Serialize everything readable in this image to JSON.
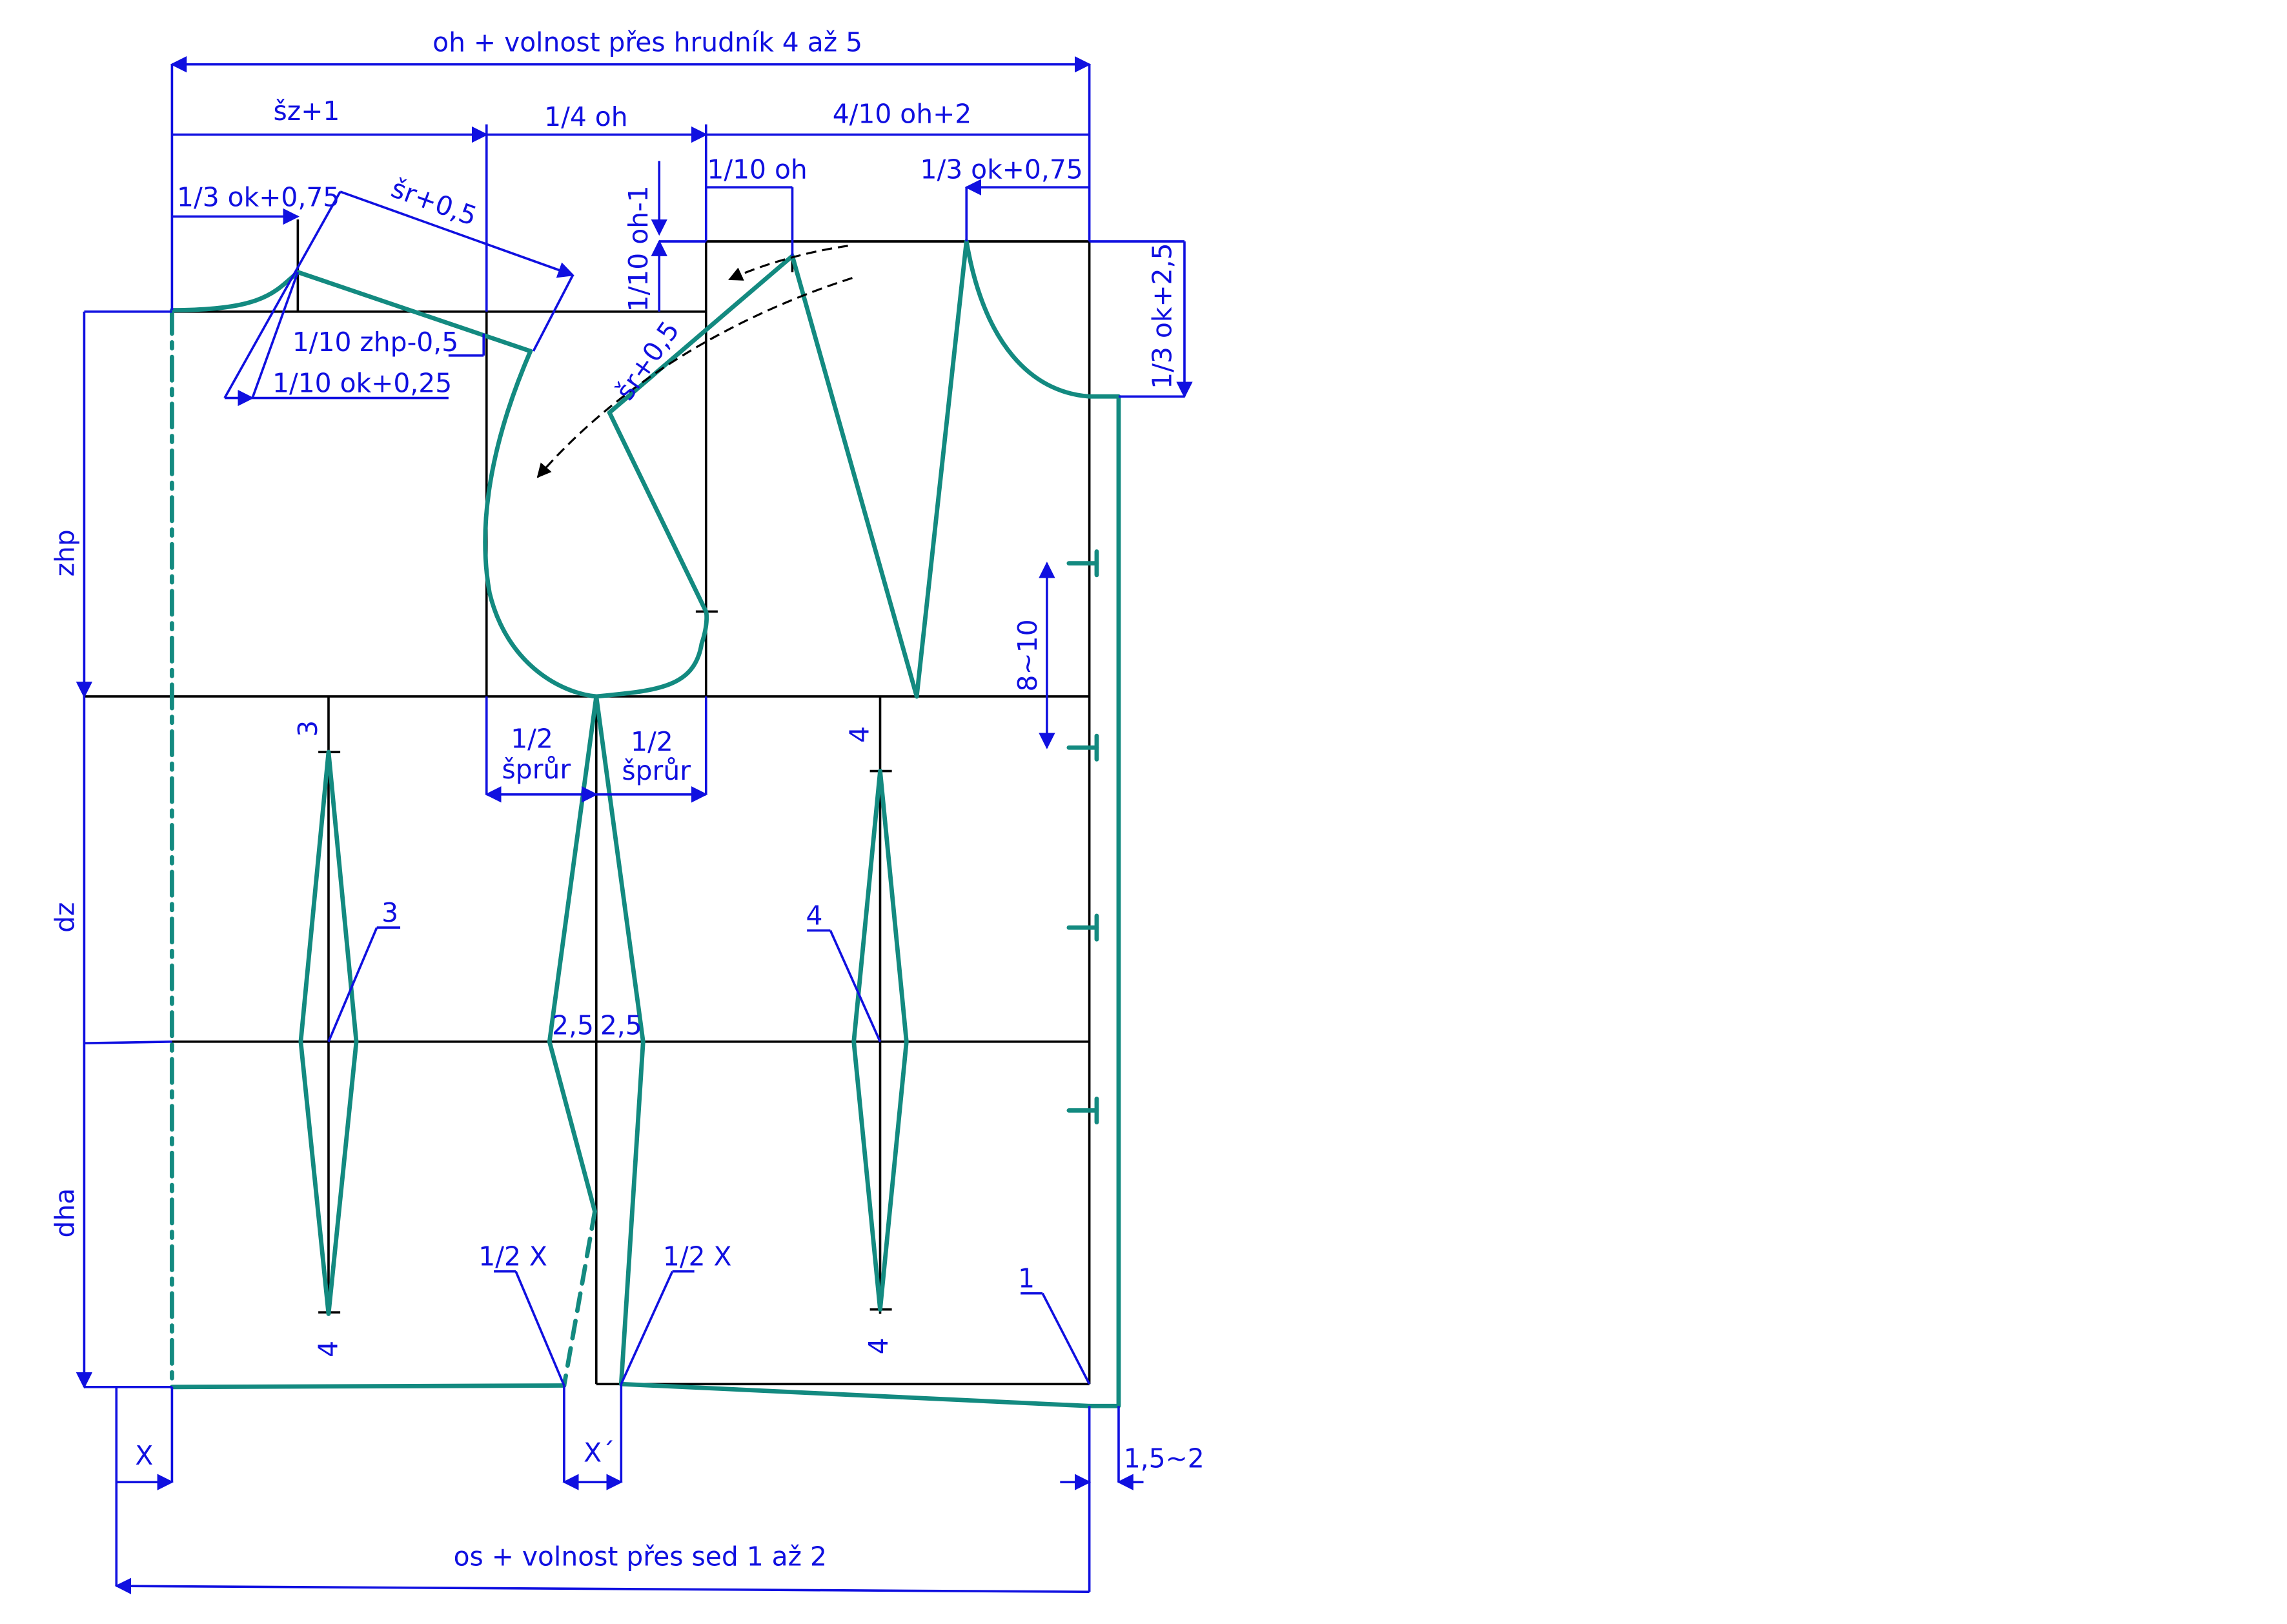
{
  "colors": {
    "outline": "#000000",
    "pattern": "#138a80",
    "dimension": "#1010e0",
    "background": "#ffffff"
  },
  "labels": {
    "top_total": "oh + volnost přes hrudník 4 až 5",
    "sz1": "šz+1",
    "quarter_oh": "1/4 oh",
    "four_tenth_oh": "4/10 oh+2",
    "ok_left": "1/3 ok+0,75",
    "sr_back": "šr+0,5",
    "tenth_oh_minus": "1/10 oh-1",
    "tenth_oh": "1/10 oh",
    "ok_right": "1/3 ok+0,75",
    "ok_plus": "1/3 ok+2,5",
    "zhp_tenth": "1/10 zhp-0,5",
    "ok_tenth": "1/10 ok+0,25",
    "sr_front": "šr+0,5",
    "zhp": "zhp",
    "dz": "dz",
    "dha": "dha",
    "button_spacing": "8~10",
    "half_armhole_left": "1/2\nšprůr",
    "half_armhole_right": "1/2\nšprůr",
    "dart_back_top": "3",
    "dart_back_mid": "3",
    "dart_back_bottom": "4",
    "dart_front_top": "4",
    "dart_front_mid": "4",
    "dart_front_bottom": "4",
    "side_left": "2,5",
    "side_right": "2,5",
    "half_x_left": "1/2 X",
    "half_x_right": "1/2 X",
    "hem_mark": "1",
    "x_left": "X",
    "x_mid": "X´",
    "front_ext": "1,5~2",
    "bottom_total": "os + volnost přes sed 1 až 2"
  }
}
